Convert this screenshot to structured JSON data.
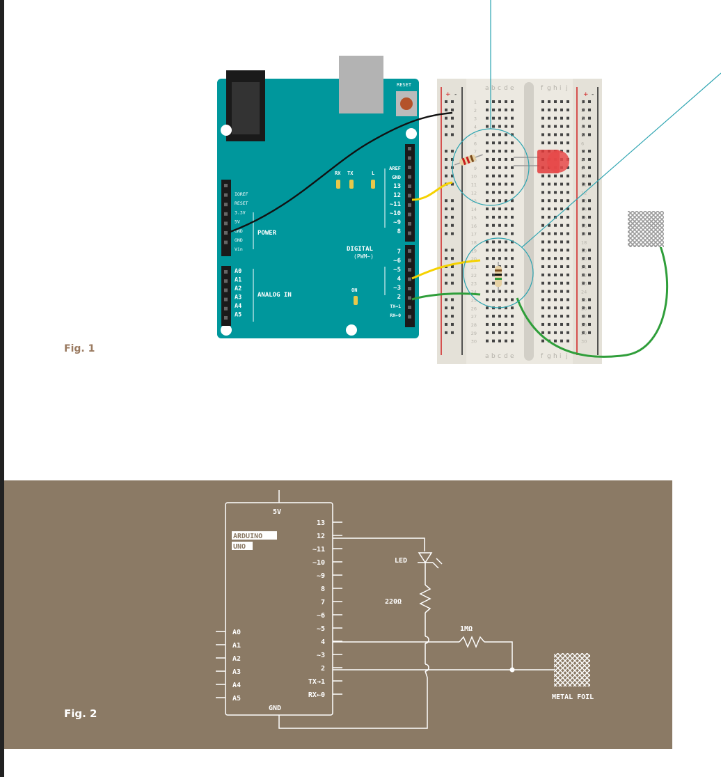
{
  "fig1": {
    "label": "Fig. 1",
    "board": {
      "reset_label": "RESET",
      "power_pins": [
        "IOREF",
        "RESET",
        "3.3V",
        "5V",
        "GND",
        "GND",
        "Vin"
      ],
      "power_label": "POWER",
      "analog_pins": [
        "A0",
        "A1",
        "A2",
        "A3",
        "A4",
        "A5"
      ],
      "analog_label": "ANALOG IN",
      "digital_pins_top": [
        "AREF",
        "GND",
        "13",
        "12",
        "~11",
        "~10",
        "~9",
        "8"
      ],
      "digital_pins_bottom": [
        "7",
        "~6",
        "~5",
        "4",
        "~3",
        "2",
        "TX→1",
        "RX←0"
      ],
      "digital_label": "DIGITAL",
      "pwm_label": "(PWM~)",
      "led_labels": [
        "RX",
        "TX",
        "L"
      ],
      "on_label": "ON"
    },
    "breadboard": {
      "columns_left": [
        "a",
        "b",
        "c",
        "d",
        "e"
      ],
      "columns_right": [
        "f",
        "g",
        "h",
        "i",
        "j"
      ],
      "rows": [
        "1",
        "2",
        "3",
        "4",
        "5",
        "6",
        "7",
        "8",
        "9",
        "10",
        "11",
        "12",
        "13",
        "14",
        "15",
        "16",
        "17",
        "18",
        "19",
        "20",
        "21",
        "22",
        "23",
        "24",
        "25",
        "26",
        "27",
        "28",
        "29",
        "30"
      ],
      "rail_plus": "+",
      "rail_minus": "-"
    }
  },
  "fig2": {
    "label": "Fig. 2",
    "vcc_label": "5V",
    "gnd_label": "GND",
    "board_name_1": "ARDUINO",
    "board_name_2": "UNO",
    "right_pins": [
      "13",
      "12",
      "~11",
      "~10",
      "~9",
      "8",
      "7",
      "~6",
      "~5",
      "4",
      "~3",
      "2",
      "TX→1",
      "RX←0"
    ],
    "left_pins": [
      "A0",
      "A1",
      "A2",
      "A3",
      "A4",
      "A5"
    ],
    "led_label": "LED",
    "resistor_220_label": "220Ω",
    "resistor_1m_label": "1MΩ",
    "foil_label": "METAL FOIL"
  },
  "colors": {
    "board": "#00979c",
    "panel": "#8b7a65",
    "figure_label_fig1": "#9a7a60",
    "wire_yellow": "#f5d200",
    "wire_green": "#2f9e3a",
    "wire_black": "#111111",
    "callout": "#2aa3b0"
  }
}
